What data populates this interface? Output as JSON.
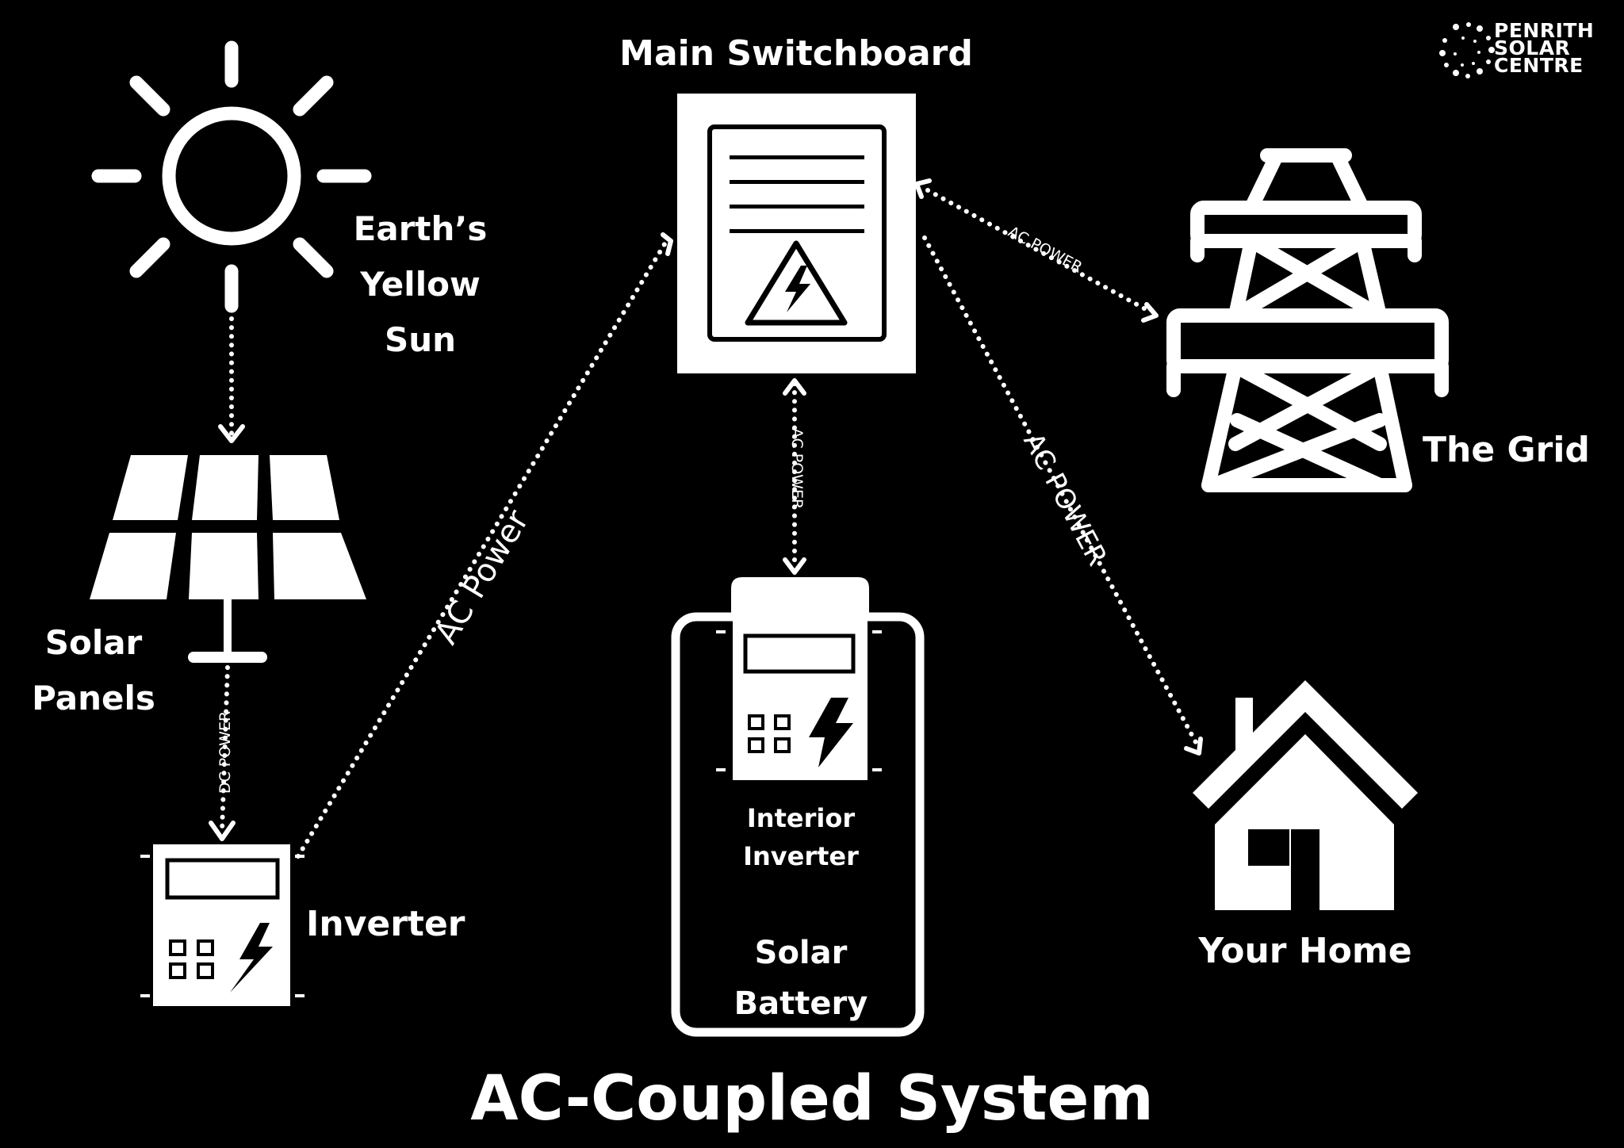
{
  "title": "AC-Coupled System",
  "logo": {
    "lines": [
      "PENRITH",
      "SOLAR",
      "CENTRE"
    ]
  },
  "nodes": {
    "sun": {
      "lines": [
        "Earth’s",
        "Yellow",
        "Sun"
      ]
    },
    "solar_panels": {
      "lines": [
        "Solar",
        "Panels"
      ]
    },
    "inverter": {
      "label": "Inverter"
    },
    "switchboard": {
      "label": "Main Switchboard"
    },
    "grid": {
      "label": "The Grid"
    },
    "home": {
      "label": "Your Home"
    },
    "battery": {
      "inverter_lines": [
        "Interior",
        "Inverter"
      ],
      "battery_lines": [
        "Solar",
        "Battery"
      ]
    }
  },
  "flows": {
    "dc_power": "DC POWER",
    "ac_power_inverter": "AC Power",
    "ac_power_battery": "AC POWER",
    "ac_power_grid": "AC POWER",
    "ac_power_home": "AC POWER"
  },
  "colors": {
    "background": "#000000",
    "foreground": "#ffffff"
  }
}
